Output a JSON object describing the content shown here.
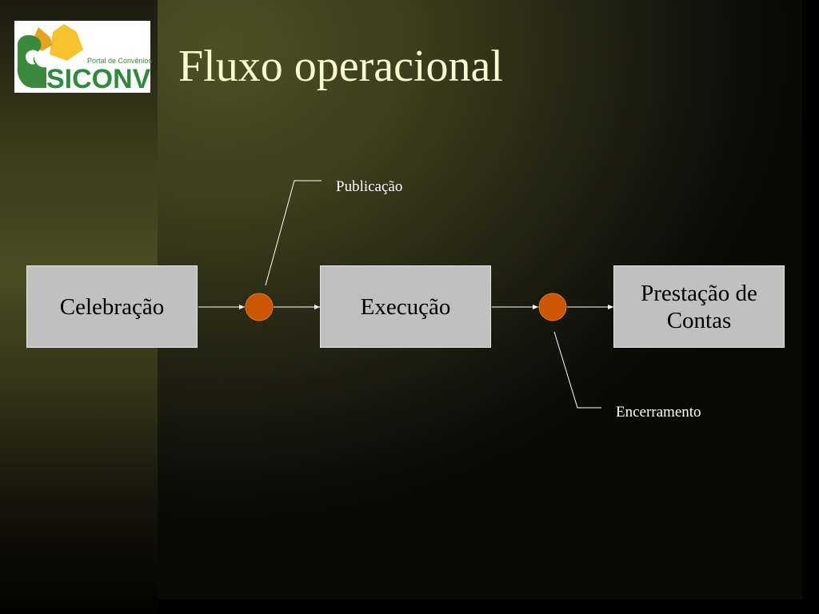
{
  "slide": {
    "title": "Fluxo operacional"
  },
  "logo": {
    "subtitle": "Portal de Convênios",
    "name": "SICONV"
  },
  "diagram": {
    "boxes": [
      {
        "label": "Celebração"
      },
      {
        "label": "Execução"
      },
      {
        "label": "Prestação de Contas"
      }
    ],
    "milestones": [
      {
        "label": "Publicação"
      },
      {
        "label": "Encerramento"
      }
    ],
    "milestone_color": "#cc5500"
  }
}
